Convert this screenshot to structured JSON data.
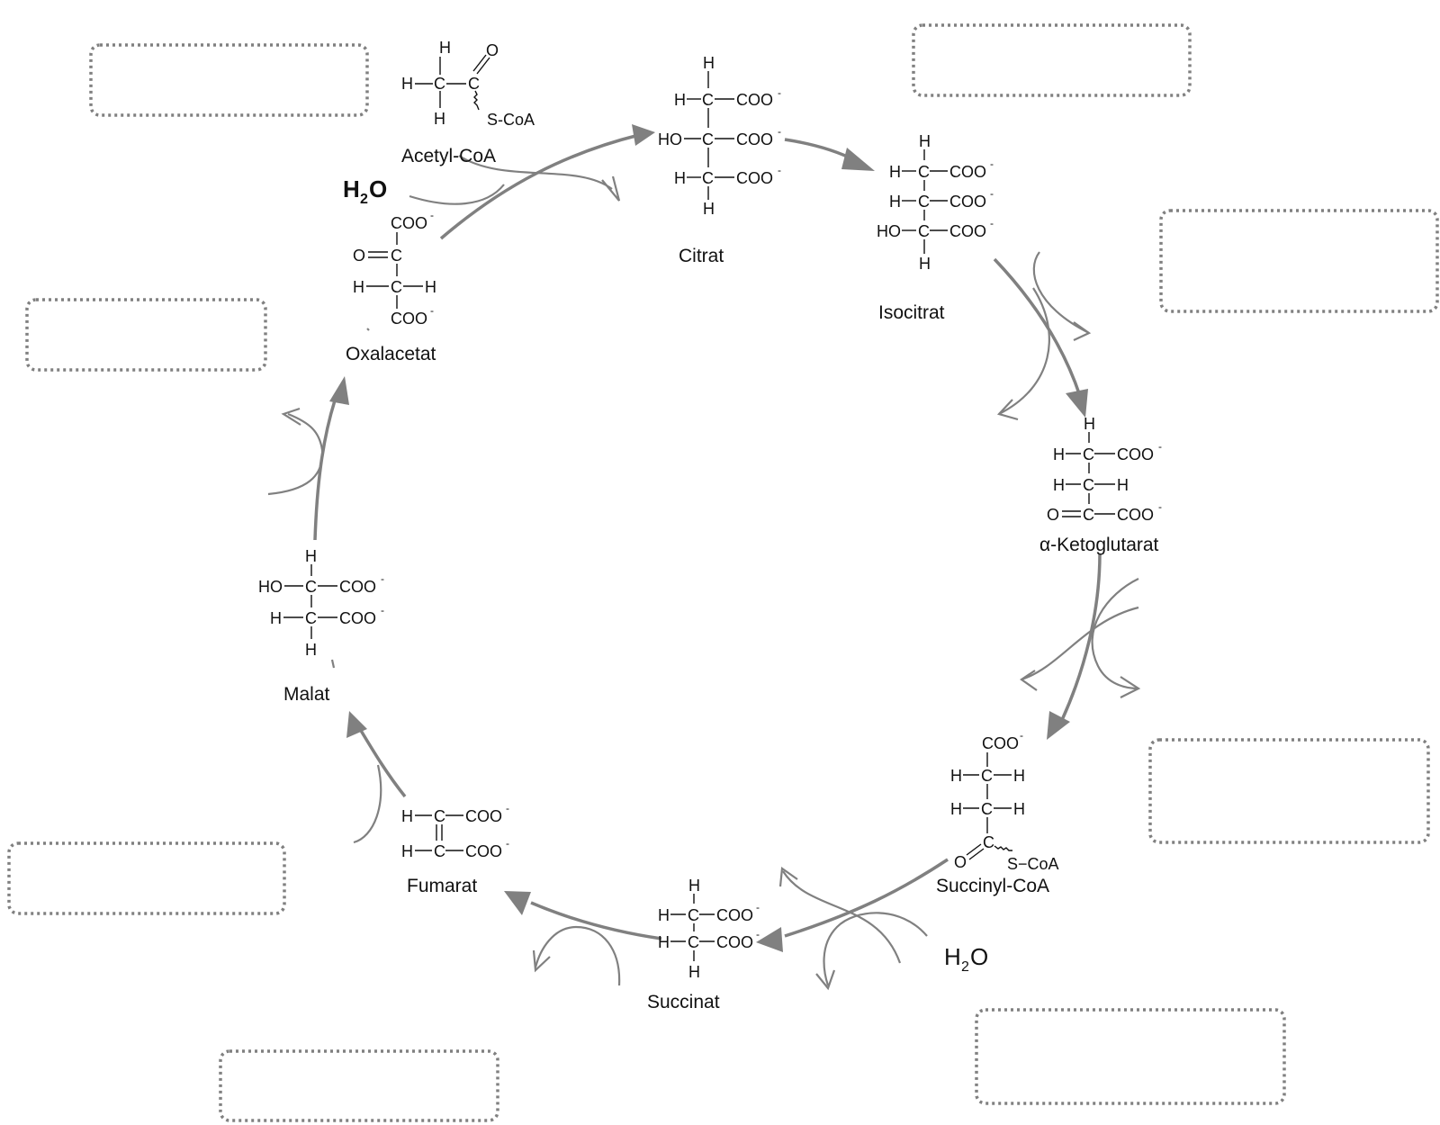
{
  "metabolites": {
    "acetyl_coa": "Acetyl-CoA",
    "citrat": "Citrat",
    "isocitrat": "Isocitrat",
    "ketoglutarat": "α-Ketoglutarat",
    "succinyl_coa": "Succinyl-CoA",
    "succinat": "Succinat",
    "fumarat": "Fumarat",
    "malat": "Malat",
    "oxalacetat": "Oxalacetat"
  },
  "water": {
    "top_left": {
      "main": "H",
      "sub": "2",
      "tail": "O"
    },
    "bottom_right": {
      "main": "H",
      "sub": "2",
      "tail": "O"
    }
  },
  "atoms": {
    "H": "H",
    "O": "O",
    "C": "C",
    "HO": "HO",
    "COO": "COO",
    "minus": "-",
    "SCoA": "S-CoA",
    "SCoA2": "S−CoA"
  },
  "answer_boxes": [
    {
      "content": ""
    },
    {
      "content": ""
    },
    {
      "content": ""
    },
    {
      "content": ""
    },
    {
      "content": ""
    },
    {
      "content": ""
    },
    {
      "content": ""
    },
    {
      "content": ""
    }
  ]
}
